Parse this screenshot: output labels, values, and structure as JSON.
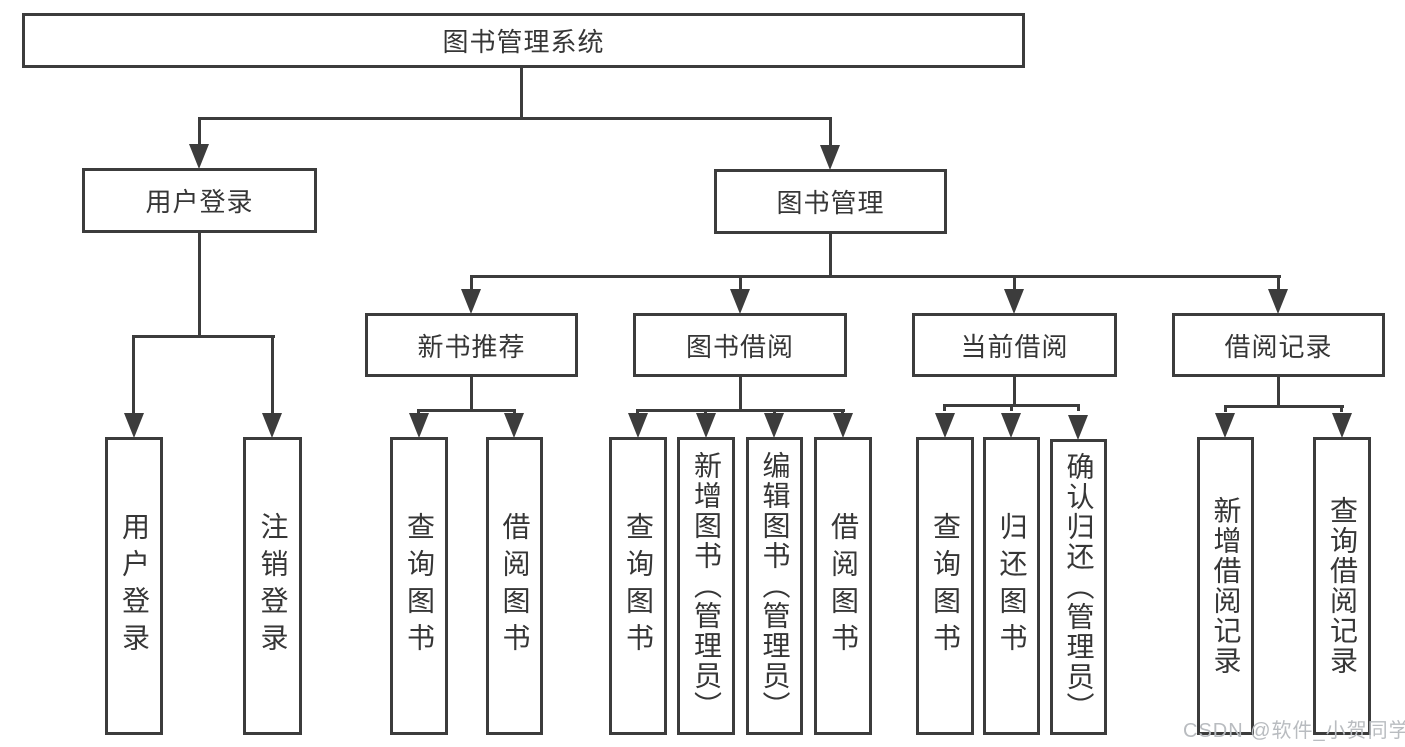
{
  "nodes": {
    "root": "图书管理系统",
    "level2": {
      "user_login": "用户登录",
      "book_management": "图书管理"
    },
    "level3": {
      "new_book_recommend": "新书推荐",
      "book_borrow": "图书借阅",
      "current_borrow": "当前借阅",
      "borrow_records": "借阅记录"
    },
    "leaves": {
      "user_login": "用户登录",
      "logout": "注销登录",
      "nbr_query_books": "查询图书",
      "nbr_borrow_books": "借阅图书",
      "bb_query_books": "查询图书",
      "bb_add_books": "新增图书（管理员）",
      "bb_edit_books": "编辑图书（管理员）",
      "bb_borrow_books": "借阅图书",
      "cb_query_books": "查询图书",
      "cb_return_books": "归还图书",
      "cb_confirm_return": "确认归还（管理员）",
      "br_add_record": "新增借阅记录",
      "br_query_record": "查询借阅记录"
    }
  },
  "watermark": "CSDN @软件_小贺同学",
  "colors": {
    "line": "#3c3c3c",
    "text": "#363636",
    "background": "#ffffff",
    "watermark": "#b9bcc0"
  }
}
